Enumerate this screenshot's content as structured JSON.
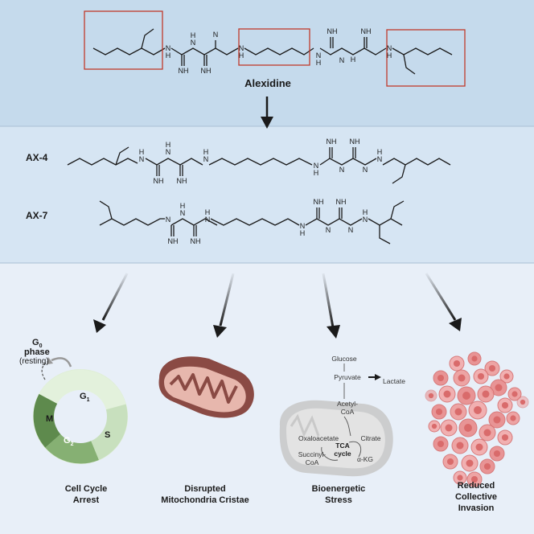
{
  "panel_top": {
    "compound_name": "Alexidine",
    "nh_label": "NH",
    "n_label": "N",
    "h_label": "H"
  },
  "panel_middle": {
    "compound_1": "AX-4",
    "compound_2": "AX-7"
  },
  "effects": {
    "cell_cycle": {
      "label_line1": "Cell Cycle",
      "label_line2": "Arrest",
      "g0_label": "G",
      "g0_sub": "0",
      "g0_phase": "phase",
      "g0_resting": "(resting)",
      "g1": "G",
      "g1_sub": "1",
      "s": "S",
      "g2": "G",
      "g2_sub": "2",
      "m": "M"
    },
    "mitochondria": {
      "label_line1": "Disrupted",
      "label_line2": "Mitochondria Cristae"
    },
    "bioenergetic": {
      "label_line1": "Bioenergetic",
      "label_line2": "Stress",
      "glucose": "Glucose",
      "pyruvate": "Pyruvate",
      "lactate": "Lactate",
      "acetyl_line1": "Acetyl-",
      "acetyl_line2": "CoA",
      "oxaloacetate": "Oxaloacetate",
      "citrate": "Citrate",
      "tca_line1": "TCA",
      "tca_line2": "cycle",
      "succinyl_line1": "Succinyl-",
      "succinyl_line2": "CoA",
      "akg": "α-KG"
    },
    "invasion": {
      "label_line1": "Reduced",
      "label_line2": "Collective",
      "label_line3": "Invasion"
    }
  },
  "colors": {
    "top_bg": "#c5daec",
    "middle_bg": "#d6e5f3",
    "bottom_bg": "#e8eff8",
    "highlight_box": "#c0392b",
    "cycle_light": "#dfeed6",
    "cycle_mid": "#c6dfbd",
    "cycle_dark": "#7ea86a",
    "cycle_darkest": "#5e8a4d",
    "mito_outer": "#8a4a44",
    "mito_inner": "#e7b7ad",
    "mito_gray": "#c9c9c9",
    "cell_pink": "#e98b8b"
  }
}
